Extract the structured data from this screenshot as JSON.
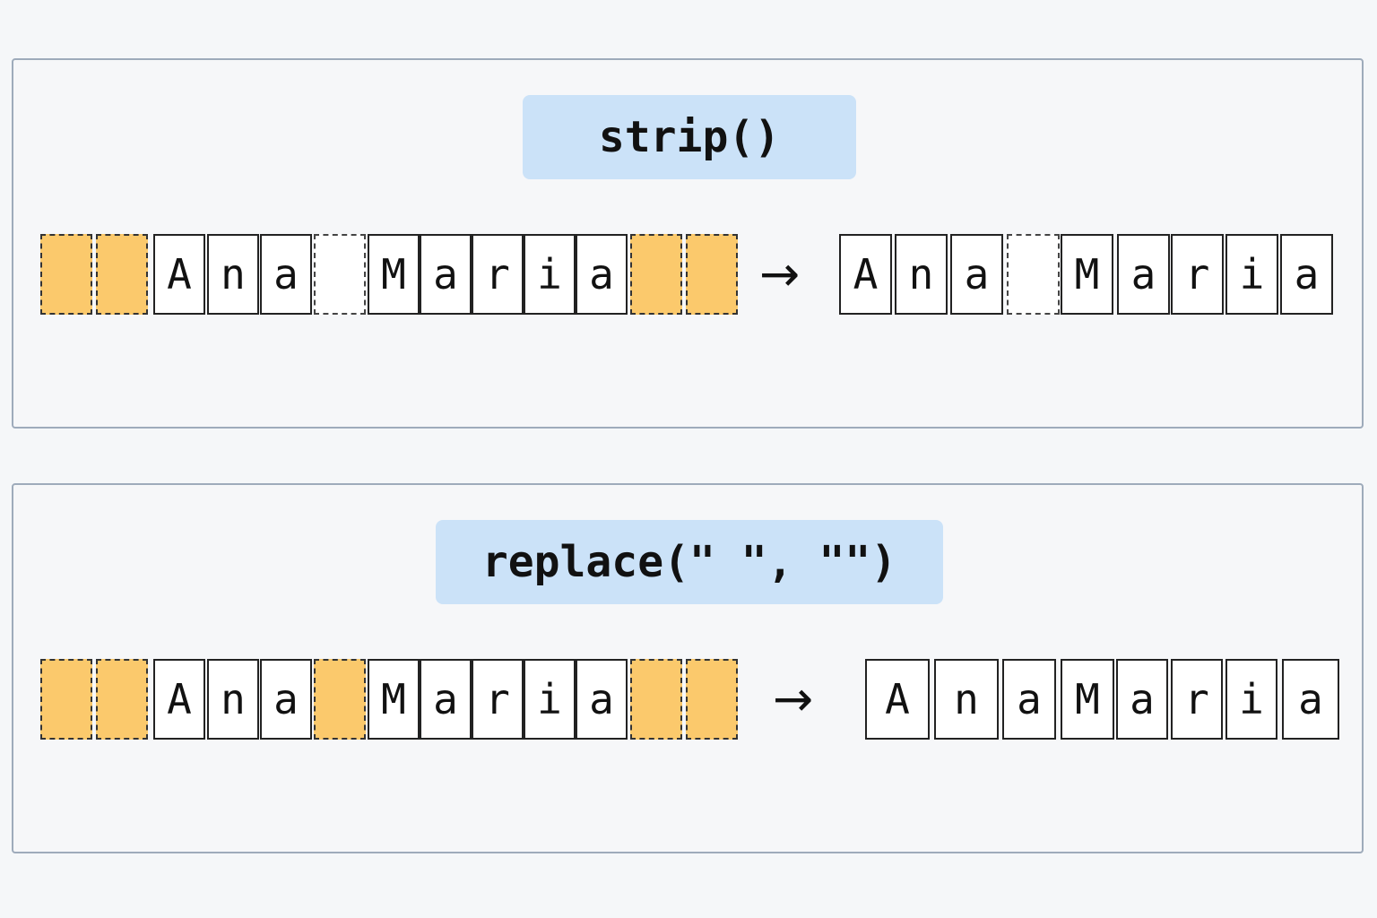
{
  "strip_panel": {
    "method": "strip()",
    "input": [
      {
        "ch": "",
        "kind": "space-trim"
      },
      {
        "ch": "",
        "kind": "space-trim"
      },
      {
        "ch": "A",
        "kind": "char"
      },
      {
        "ch": "n",
        "kind": "char"
      },
      {
        "ch": "a",
        "kind": "char"
      },
      {
        "ch": "",
        "kind": "space-keep"
      },
      {
        "ch": "M",
        "kind": "char"
      },
      {
        "ch": "a",
        "kind": "char"
      },
      {
        "ch": "r",
        "kind": "char"
      },
      {
        "ch": "i",
        "kind": "char"
      },
      {
        "ch": "a",
        "kind": "char"
      },
      {
        "ch": "",
        "kind": "space-trim"
      },
      {
        "ch": "",
        "kind": "space-trim"
      }
    ],
    "output": [
      {
        "ch": "A",
        "kind": "char"
      },
      {
        "ch": "n",
        "kind": "char"
      },
      {
        "ch": "a",
        "kind": "char"
      },
      {
        "ch": "",
        "kind": "space-keep"
      },
      {
        "ch": "M",
        "kind": "char"
      },
      {
        "ch": "a",
        "kind": "char"
      },
      {
        "ch": "r",
        "kind": "char"
      },
      {
        "ch": "i",
        "kind": "char"
      },
      {
        "ch": "a",
        "kind": "char"
      }
    ]
  },
  "replace_panel": {
    "method": "replace(\" \", \"\")",
    "input": [
      {
        "ch": "",
        "kind": "space-trim"
      },
      {
        "ch": "",
        "kind": "space-trim"
      },
      {
        "ch": "A",
        "kind": "char"
      },
      {
        "ch": "n",
        "kind": "char"
      },
      {
        "ch": "a",
        "kind": "char"
      },
      {
        "ch": "",
        "kind": "space-trim"
      },
      {
        "ch": "M",
        "kind": "char"
      },
      {
        "ch": "a",
        "kind": "char"
      },
      {
        "ch": "r",
        "kind": "char"
      },
      {
        "ch": "i",
        "kind": "char"
      },
      {
        "ch": "a",
        "kind": "char"
      },
      {
        "ch": "",
        "kind": "space-trim"
      },
      {
        "ch": "",
        "kind": "space-trim"
      }
    ],
    "output": [
      {
        "ch": "A",
        "kind": "char"
      },
      {
        "ch": "n",
        "kind": "char"
      },
      {
        "ch": "a",
        "kind": "char"
      },
      {
        "ch": "M",
        "kind": "char"
      },
      {
        "ch": "a",
        "kind": "char"
      },
      {
        "ch": "r",
        "kind": "char"
      },
      {
        "ch": "i",
        "kind": "char"
      },
      {
        "ch": "a",
        "kind": "char"
      }
    ]
  },
  "arrow_glyph": "→",
  "colors": {
    "removed_space": "#fbc96c",
    "label_background": "#cbe2f8",
    "panel_border": "#9eabbb"
  }
}
